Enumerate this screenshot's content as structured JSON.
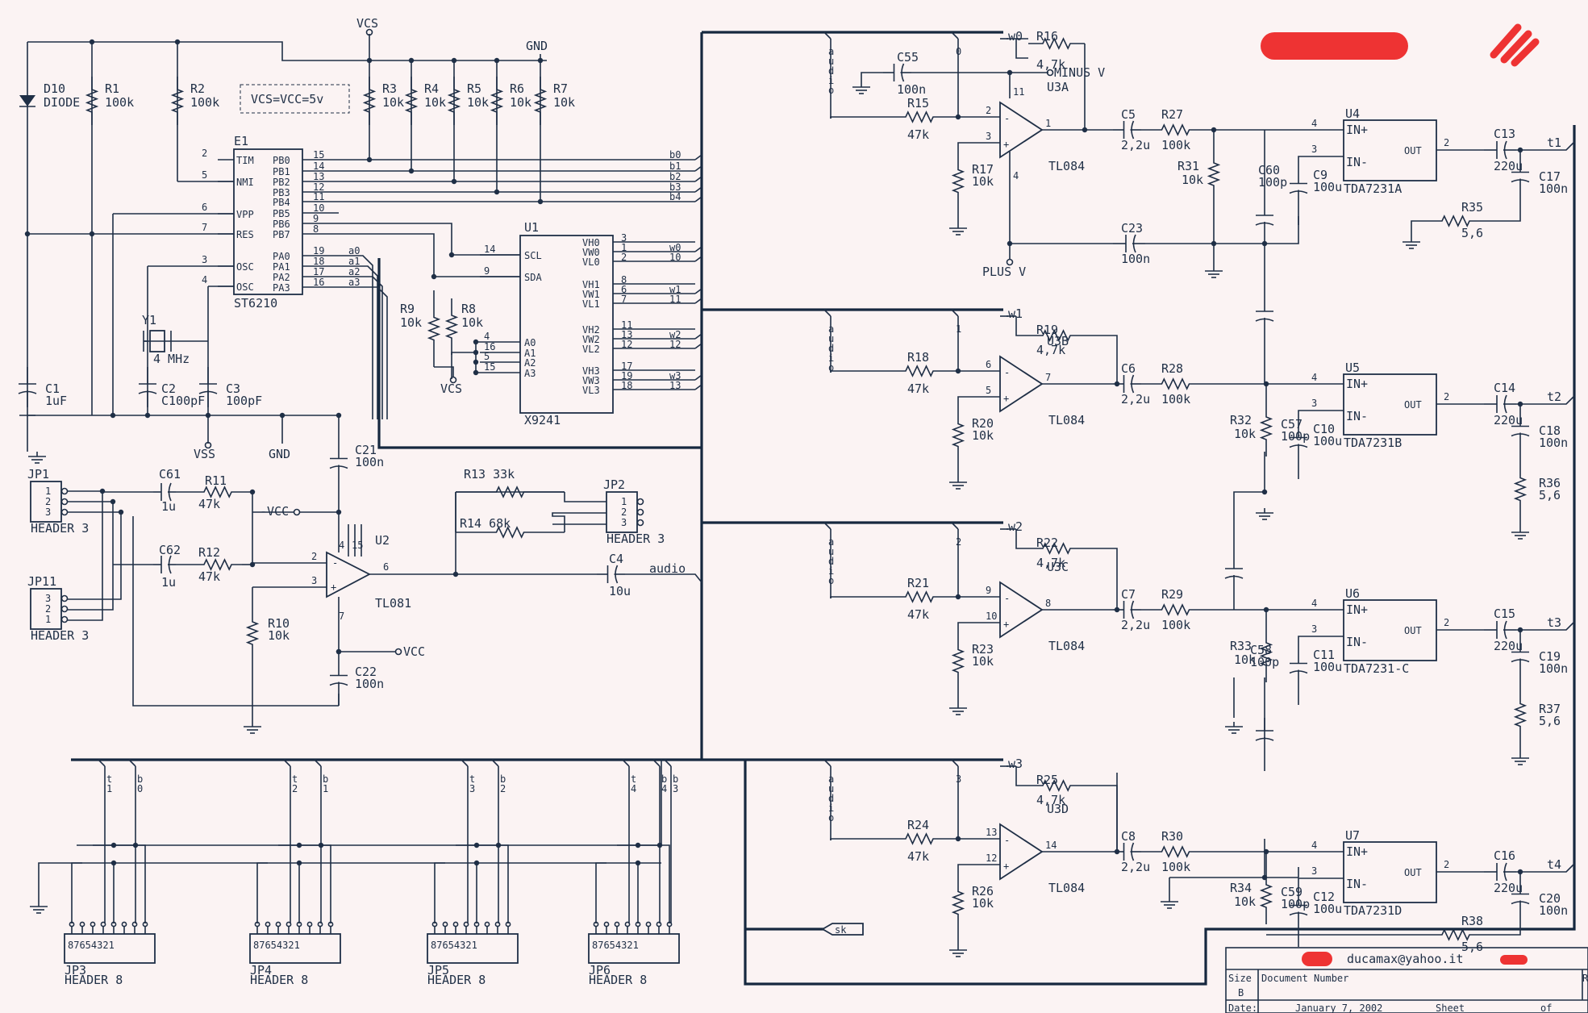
{
  "notes": {
    "supply": "VCS=VCC=5v",
    "email": "ducamax@yahoo.it",
    "date_label": "Date:",
    "date": "January  7, 2002",
    "sheet_label": "Sheet",
    "of_label": "of",
    "size_label": "Size",
    "size_value": "B",
    "doc_label": "Document  Number",
    "rev_label": "R"
  },
  "rails": {
    "vcs": "VCS",
    "gnd": "GND",
    "vss": "VSS",
    "gnd2": "GND",
    "minus_v": "MINUS V",
    "plus_v": "PLUS V",
    "neg_vcc": "-VCC",
    "vcc": "VCC",
    "audio_out": "audio",
    "sk": "sk"
  },
  "e1": {
    "ref": "E1",
    "part": "ST6210",
    "left_pins": [
      {
        "num": "2",
        "name": "TIM"
      },
      {
        "num": "5",
        "name": "NMI"
      },
      {
        "num": "6",
        "name": "VPP"
      },
      {
        "num": "7",
        "name": "RES"
      },
      {
        "num": "3",
        "name": "OSC"
      },
      {
        "num": "4",
        "name": "OSC"
      }
    ],
    "right_pins": [
      {
        "num": "15",
        "name": "PB0"
      },
      {
        "num": "14",
        "name": "PB1"
      },
      {
        "num": "13",
        "name": "PB2"
      },
      {
        "num": "12",
        "name": "PB3"
      },
      {
        "num": "11",
        "name": "PB4"
      },
      {
        "num": "10",
        "name": "PB5"
      },
      {
        "num": "9",
        "name": "PB6"
      },
      {
        "num": "8",
        "name": "PB7"
      },
      {
        "num": "19",
        "name": "PA0"
      },
      {
        "num": "18",
        "name": "PA1"
      },
      {
        "num": "17",
        "name": "PA2"
      },
      {
        "num": "16",
        "name": "PA3"
      }
    ],
    "pa_nets": [
      "a0",
      "a1",
      "a2",
      "a3"
    ],
    "pb_nets": [
      "b0",
      "b1",
      "b2",
      "b3",
      "b4"
    ]
  },
  "u1": {
    "ref": "U1",
    "part": "X9241",
    "left_pins": [
      {
        "num": "14",
        "name": "SCL"
      },
      {
        "num": "9",
        "name": "SDA"
      },
      {
        "num": "4",
        "name": "A0"
      },
      {
        "num": "16",
        "name": "A1"
      },
      {
        "num": "5",
        "name": "A2"
      },
      {
        "num": "15",
        "name": "A3"
      }
    ],
    "right_pins": [
      {
        "num": "3",
        "name": "VH0",
        "net": ""
      },
      {
        "num": "1",
        "name": "VW0",
        "net": "w0"
      },
      {
        "num": "2",
        "name": "VL0",
        "net": "10"
      },
      {
        "num": "8",
        "name": "VH1",
        "net": ""
      },
      {
        "num": "6",
        "name": "VW1",
        "net": "w1"
      },
      {
        "num": "7",
        "name": "VL1",
        "net": "11"
      },
      {
        "num": "11",
        "name": "VH2",
        "net": ""
      },
      {
        "num": "13",
        "name": "VW2",
        "net": "w2"
      },
      {
        "num": "12",
        "name": "VL2",
        "net": "12"
      },
      {
        "num": "17",
        "name": "VH3",
        "net": ""
      },
      {
        "num": "19",
        "name": "VW3",
        "net": "w3"
      },
      {
        "num": "18",
        "name": "VL3",
        "net": "13"
      }
    ]
  },
  "passives_left": [
    {
      "ref": "D10",
      "val": "DIODE"
    },
    {
      "ref": "R1",
      "val": "100k"
    },
    {
      "ref": "R2",
      "val": "100k"
    },
    {
      "ref": "R3",
      "val": "10k"
    },
    {
      "ref": "R4",
      "val": "10k"
    },
    {
      "ref": "R5",
      "val": "10k"
    },
    {
      "ref": "R6",
      "val": "10k"
    },
    {
      "ref": "R7",
      "val": "10k"
    },
    {
      "ref": "Y1",
      "val": "4 MHz"
    },
    {
      "ref": "C1",
      "val": "1uF"
    },
    {
      "ref": "C2",
      "val": "C100pF"
    },
    {
      "ref": "C3",
      "val": "100pF"
    },
    {
      "ref": "R9",
      "val": "10k"
    },
    {
      "ref": "R8",
      "val": "10k"
    },
    {
      "ref": "C21",
      "val": "100n"
    },
    {
      "ref": "C61",
      "val": "1u"
    },
    {
      "ref": "R11",
      "val": "47k"
    },
    {
      "ref": "C62",
      "val": "1u"
    },
    {
      "ref": "R12",
      "val": "47k"
    },
    {
      "ref": "R13",
      "val": "33k"
    },
    {
      "ref": "R14",
      "val": "68k"
    },
    {
      "ref": "C4",
      "val": "10u"
    },
    {
      "ref": "R10",
      "val": "10k"
    },
    {
      "ref": "C22",
      "val": "100n"
    }
  ],
  "u2": {
    "ref": "U2",
    "part": "TL081",
    "pins": [
      "2",
      "3",
      "6",
      "7",
      "4",
      "15"
    ]
  },
  "jp1": {
    "ref": "JP1",
    "part": "HEADER 3",
    "pins": [
      "1",
      "2",
      "3"
    ]
  },
  "jp11": {
    "ref": "JP11",
    "part": "HEADER 3",
    "pins": [
      "3",
      "2",
      "1"
    ]
  },
  "jp2": {
    "ref": "JP2",
    "part": "HEADER 3",
    "pins": [
      "1",
      "2",
      "3"
    ]
  },
  "channels": [
    {
      "w": "w0",
      "bus": [
        "audio",
        "0"
      ],
      "op": "U3A",
      "op_part": "TL084",
      "pins": [
        "2",
        "3",
        "1"
      ],
      "pin_pwr": [
        "11",
        "4"
      ],
      "rin": {
        "ref": "R15",
        "val": "47k"
      },
      "rfb": {
        "ref": "R16",
        "val": "4,7k"
      },
      "rb": {
        "ref": "R17",
        "val": "10k"
      },
      "cc": {
        "ref": "C5",
        "val": "2,2u"
      },
      "rs": {
        "ref": "R27",
        "val": "100k"
      },
      "rg": {
        "ref": "R31",
        "val": "10k"
      },
      "cg": {
        "ref": "C60",
        "val": "100p"
      },
      "amp": {
        "ref": "U4",
        "part": "TDA7231A"
      },
      "ci": {
        "ref": "C9",
        "val": "100u"
      },
      "co": {
        "ref": "C13",
        "val": "220u"
      },
      "cz": {
        "ref": "C17",
        "val": "100n"
      },
      "rz": {
        "ref": "R35",
        "val": "5,6"
      },
      "out": "t1"
    },
    {
      "w": "w1",
      "bus": [
        "audio",
        "1"
      ],
      "op": "U3B",
      "op_part": "TL084",
      "pins": [
        "6",
        "5",
        "7"
      ],
      "pin_pwr": [],
      "rin": {
        "ref": "R18",
        "val": "47k"
      },
      "rfb": {
        "ref": "R19",
        "val": "4,7k"
      },
      "rb": {
        "ref": "R20",
        "val": "10k"
      },
      "cc": {
        "ref": "C6",
        "val": "2,2u"
      },
      "rs": {
        "ref": "R28",
        "val": "100k"
      },
      "rg": {
        "ref": "R32",
        "val": "10k"
      },
      "cg": {
        "ref": "C57",
        "val": "100p"
      },
      "amp": {
        "ref": "U5",
        "part": "TDA7231B"
      },
      "ci": {
        "ref": "C10",
        "val": "100u"
      },
      "co": {
        "ref": "C14",
        "val": "220u"
      },
      "cz": {
        "ref": "C18",
        "val": "100n"
      },
      "rz": {
        "ref": "R36",
        "val": "5,6"
      },
      "out": "t2"
    },
    {
      "w": "w2",
      "bus": [
        "audio",
        "2"
      ],
      "op": "U3C",
      "op_part": "TL084",
      "pins": [
        "9",
        "10",
        "8"
      ],
      "pin_pwr": [],
      "rin": {
        "ref": "R21",
        "val": "47k"
      },
      "rfb": {
        "ref": "R22",
        "val": "4,7k"
      },
      "rb": {
        "ref": "R23",
        "val": "10k"
      },
      "cc": {
        "ref": "C7",
        "val": "2,2u"
      },
      "rs": {
        "ref": "R29",
        "val": "100k"
      },
      "rg": {
        "ref": "R33",
        "val": "10k"
      },
      "cg": {
        "ref": "C58",
        "val": "100p"
      },
      "amp": {
        "ref": "U6",
        "part": "TDA7231-C"
      },
      "ci": {
        "ref": "C11",
        "val": "100u"
      },
      "co": {
        "ref": "C15",
        "val": "220u"
      },
      "cz": {
        "ref": "C19",
        "val": "100n"
      },
      "rz": {
        "ref": "R37",
        "val": "5,6"
      },
      "out": "t3"
    },
    {
      "w": "w3",
      "bus": [
        "audio",
        "3"
      ],
      "op": "U3D",
      "op_part": "TL084",
      "pins": [
        "13",
        "12",
        "14"
      ],
      "pin_pwr": [],
      "rin": {
        "ref": "R24",
        "val": "47k"
      },
      "rfb": {
        "ref": "R25",
        "val": "4,7k"
      },
      "rb": {
        "ref": "R26",
        "val": "10k"
      },
      "cc": {
        "ref": "C8",
        "val": "2,2u"
      },
      "rs": {
        "ref": "R30",
        "val": "100k"
      },
      "rg": {
        "ref": "R34",
        "val": "10k"
      },
      "cg": {
        "ref": "C59",
        "val": "100p"
      },
      "amp": {
        "ref": "U7",
        "part": "TDA7231D"
      },
      "ci": {
        "ref": "C12",
        "val": "100u"
      },
      "co": {
        "ref": "C16",
        "val": "220u"
      },
      "cz": {
        "ref": "C20",
        "val": "100n"
      },
      "rz": {
        "ref": "R38",
        "val": "5,6"
      },
      "out": "t4"
    }
  ],
  "c23": {
    "ref": "C23",
    "val": "100n"
  },
  "c55": {
    "ref": "C55",
    "val": "100n"
  },
  "amp_pins": {
    "in_p": "IN+",
    "in_n": "IN-",
    "out": "OUT",
    "p4": "4",
    "p3": "3",
    "p2": "2"
  },
  "headers8": [
    {
      "ref": "JP3",
      "part": "HEADER 8",
      "pins": "87654321",
      "taps": [
        "t",
        "1",
        "b",
        "0"
      ]
    },
    {
      "ref": "JP4",
      "part": "HEADER 8",
      "pins": "87654321",
      "taps": [
        "t",
        "2",
        "b",
        "1"
      ]
    },
    {
      "ref": "JP5",
      "part": "HEADER 8",
      "pins": "87654321",
      "taps": [
        "t",
        "3",
        "b",
        "2"
      ]
    },
    {
      "ref": "JP6",
      "part": "HEADER 8",
      "pins": "87654321",
      "taps": [
        "t",
        "4",
        "b",
        "4",
        "b",
        "3"
      ]
    }
  ]
}
